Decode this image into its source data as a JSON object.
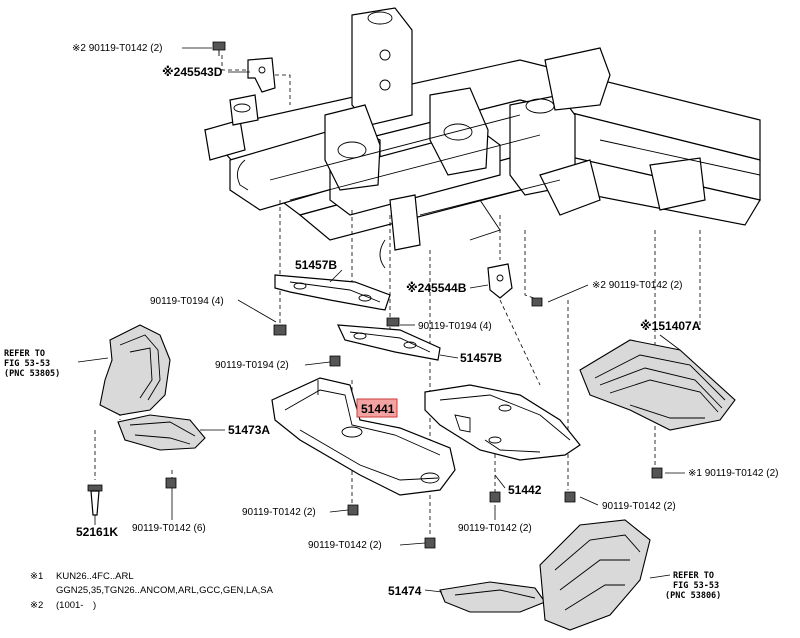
{
  "diagram": {
    "labels": {
      "bolt_top_left": "※2 90119-T0142 (2)",
      "bracket_top_left": "※245543D",
      "bracket_mid": "51457B",
      "bolt_mid_left_1": "90119-T0194 (4)",
      "bolt_mid_right": "90119-T0194 (4)",
      "bracket_mid_2": "51457B",
      "bolt_mid_left_2": "90119-T0194 (2)",
      "bracket_right": "※245544B",
      "bolt_right": "※2 90119-T0142 (2)",
      "cover_right": "※151407A",
      "bolt_right_low": "※1 90119-T0142 (2)",
      "highlight_part": "51441",
      "part_51442": "51442",
      "cover_left": "51473A",
      "clip_left": "52161K",
      "bolt_left_low": "90119-T0142 (6)",
      "bolt_center_1": "90119-T0142 (2)",
      "bolt_center_2": "90119-T0142 (2)",
      "bolt_center_3": "90119-T0142 (2)",
      "bolt_center_r": "90119-T0142 (2)",
      "part_51474": "51474",
      "ref_left_1": "REFER TO",
      "ref_left_2": "FIG 53-53",
      "ref_left_3": "(PNC 53805)",
      "ref_right_1": "REFER TO",
      "ref_right_2": "FIG 53-53",
      "ref_right_3": "(PNC 53806)"
    },
    "notes": {
      "note1_mark": "※1",
      "note1_line1": "KUN26..4FC..ARL",
      "note1_line2": "GGN25,35,TGN26..ANCOM,ARL,GCC,GEN,LA,SA",
      "note2_mark": "※2",
      "note2_line1": "(1001-　)"
    },
    "colors": {
      "highlight_fill": "#f4a3a3",
      "highlight_stroke": "#d13b3b",
      "line": "#000000",
      "background": "#ffffff"
    }
  }
}
